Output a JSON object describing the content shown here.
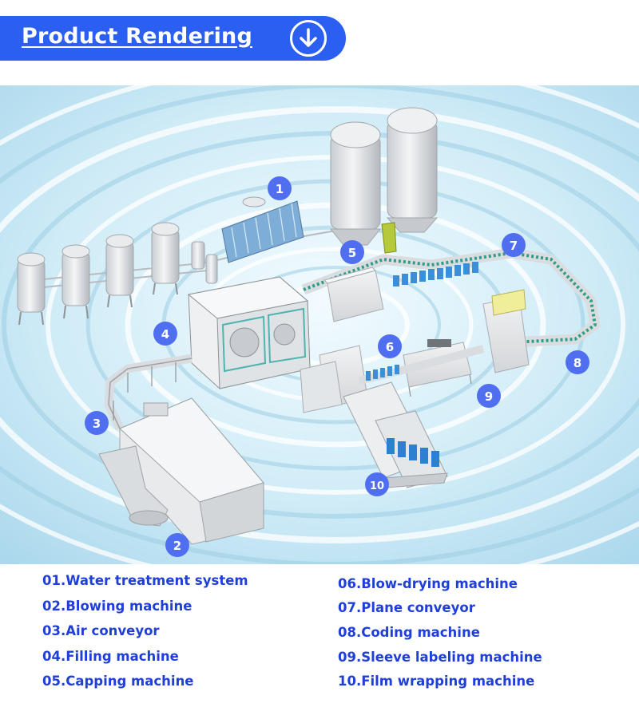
{
  "header": {
    "title": "Product Rendering",
    "icon": "arrow-down-circle-icon"
  },
  "colors": {
    "accent": "#2a5ff2",
    "legend_text": "#1f3fd8",
    "marker": "#4f6ff0"
  },
  "markers": [
    "1",
    "2",
    "3",
    "4",
    "5",
    "6",
    "7",
    "8",
    "9",
    "10"
  ],
  "legend": {
    "left": [
      "01.Water treatment system",
      "02.Blowing machine",
      "03.Air conveyor",
      "04.Filling machine",
      "05.Capping machine"
    ],
    "right": [
      "06.Blow-drying machine",
      "07.Plane conveyor",
      "08.Coding machine",
      "09.Sleeve labeling machine",
      "10.Film wrapping machine"
    ]
  }
}
